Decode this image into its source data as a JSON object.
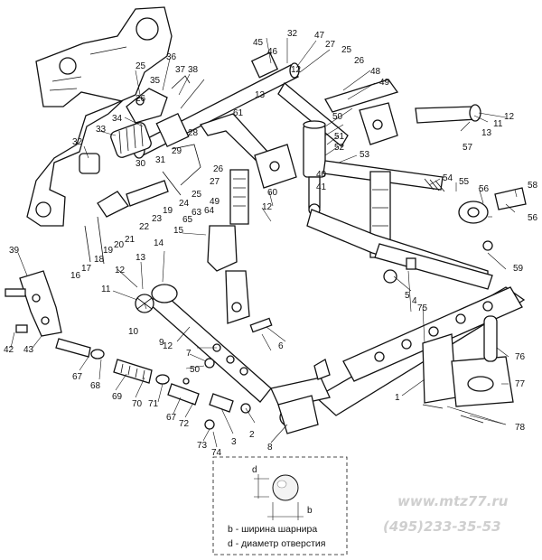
{
  "watermark": {
    "site": "www.mtz77.ru",
    "phone": "(495)233-35-53"
  },
  "legend": {
    "label_d": "d",
    "label_b": "b",
    "line_b": "b -  ширина шарнира",
    "line_d": "d - диаметр отверстия"
  },
  "callouts": [
    {
      "id": "c1",
      "text": "1"
    },
    {
      "id": "c2",
      "text": "2"
    },
    {
      "id": "c3",
      "text": "3"
    },
    {
      "id": "c4",
      "text": "4"
    },
    {
      "id": "c5",
      "text": "5"
    },
    {
      "id": "c6",
      "text": "6"
    },
    {
      "id": "c7",
      "text": "7"
    },
    {
      "id": "c8",
      "text": "8"
    },
    {
      "id": "c9",
      "text": "9"
    },
    {
      "id": "c10",
      "text": "10"
    },
    {
      "id": "c11",
      "text": "11"
    },
    {
      "id": "c11b",
      "text": "11"
    },
    {
      "id": "c12",
      "text": "12"
    },
    {
      "id": "c12b",
      "text": "12"
    },
    {
      "id": "c12c",
      "text": "12"
    },
    {
      "id": "c12d",
      "text": "12"
    },
    {
      "id": "c12e",
      "text": "12"
    },
    {
      "id": "c13",
      "text": "13"
    },
    {
      "id": "c13b",
      "text": "13"
    },
    {
      "id": "c13c",
      "text": "13"
    },
    {
      "id": "c14",
      "text": "14"
    },
    {
      "id": "c15",
      "text": "15"
    },
    {
      "id": "c16",
      "text": "16"
    },
    {
      "id": "c17",
      "text": "17"
    },
    {
      "id": "c18",
      "text": "18"
    },
    {
      "id": "c19",
      "text": "19"
    },
    {
      "id": "c19b",
      "text": "19"
    },
    {
      "id": "c20",
      "text": "20"
    },
    {
      "id": "c21",
      "text": "21"
    },
    {
      "id": "c22",
      "text": "22"
    },
    {
      "id": "c23",
      "text": "23"
    },
    {
      "id": "c24",
      "text": "24"
    },
    {
      "id": "c25",
      "text": "25"
    },
    {
      "id": "c25b",
      "text": "25"
    },
    {
      "id": "c25c",
      "text": "25"
    },
    {
      "id": "c26",
      "text": "26"
    },
    {
      "id": "c26b",
      "text": "26"
    },
    {
      "id": "c26c",
      "text": "26"
    },
    {
      "id": "c27",
      "text": "27"
    },
    {
      "id": "c27b",
      "text": "27"
    },
    {
      "id": "c28",
      "text": "28"
    },
    {
      "id": "c29",
      "text": "29"
    },
    {
      "id": "c30",
      "text": "30"
    },
    {
      "id": "c31",
      "text": "31"
    },
    {
      "id": "c32",
      "text": "32"
    },
    {
      "id": "c32b",
      "text": "32"
    },
    {
      "id": "c33",
      "text": "33"
    },
    {
      "id": "c34",
      "text": "34"
    },
    {
      "id": "c35",
      "text": "35"
    },
    {
      "id": "c36",
      "text": "36"
    },
    {
      "id": "c37",
      "text": "37"
    },
    {
      "id": "c38",
      "text": "38"
    },
    {
      "id": "c39",
      "text": "39"
    },
    {
      "id": "c40",
      "text": "40"
    },
    {
      "id": "c41",
      "text": "41"
    },
    {
      "id": "c42",
      "text": "42"
    },
    {
      "id": "c43",
      "text": "43"
    },
    {
      "id": "c45",
      "text": "45"
    },
    {
      "id": "c46",
      "text": "46"
    },
    {
      "id": "c47",
      "text": "47"
    },
    {
      "id": "c48",
      "text": "48"
    },
    {
      "id": "c49",
      "text": "49"
    },
    {
      "id": "c49b",
      "text": "49"
    },
    {
      "id": "c50",
      "text": "50"
    },
    {
      "id": "c50b",
      "text": "50"
    },
    {
      "id": "c51",
      "text": "51"
    },
    {
      "id": "c52",
      "text": "52"
    },
    {
      "id": "c53",
      "text": "53"
    },
    {
      "id": "c54",
      "text": "54"
    },
    {
      "id": "c55",
      "text": "55"
    },
    {
      "id": "c56",
      "text": "56"
    },
    {
      "id": "c56b",
      "text": "56"
    },
    {
      "id": "c57",
      "text": "57"
    },
    {
      "id": "c58",
      "text": "58"
    },
    {
      "id": "c59",
      "text": "59"
    },
    {
      "id": "c60",
      "text": "60"
    },
    {
      "id": "c61",
      "text": "61"
    },
    {
      "id": "c63",
      "text": "63"
    },
    {
      "id": "c64",
      "text": "64"
    },
    {
      "id": "c65",
      "text": "65"
    },
    {
      "id": "c67",
      "text": "67"
    },
    {
      "id": "c67b",
      "text": "67"
    },
    {
      "id": "c68",
      "text": "68"
    },
    {
      "id": "c69",
      "text": "69"
    },
    {
      "id": "c70",
      "text": "70"
    },
    {
      "id": "c71",
      "text": "71"
    },
    {
      "id": "c72",
      "text": "72"
    },
    {
      "id": "c73",
      "text": "73"
    },
    {
      "id": "c74",
      "text": "74"
    },
    {
      "id": "c75",
      "text": "75"
    },
    {
      "id": "c76",
      "text": "76"
    },
    {
      "id": "c77",
      "text": "77"
    },
    {
      "id": "c78",
      "text": "78"
    }
  ]
}
